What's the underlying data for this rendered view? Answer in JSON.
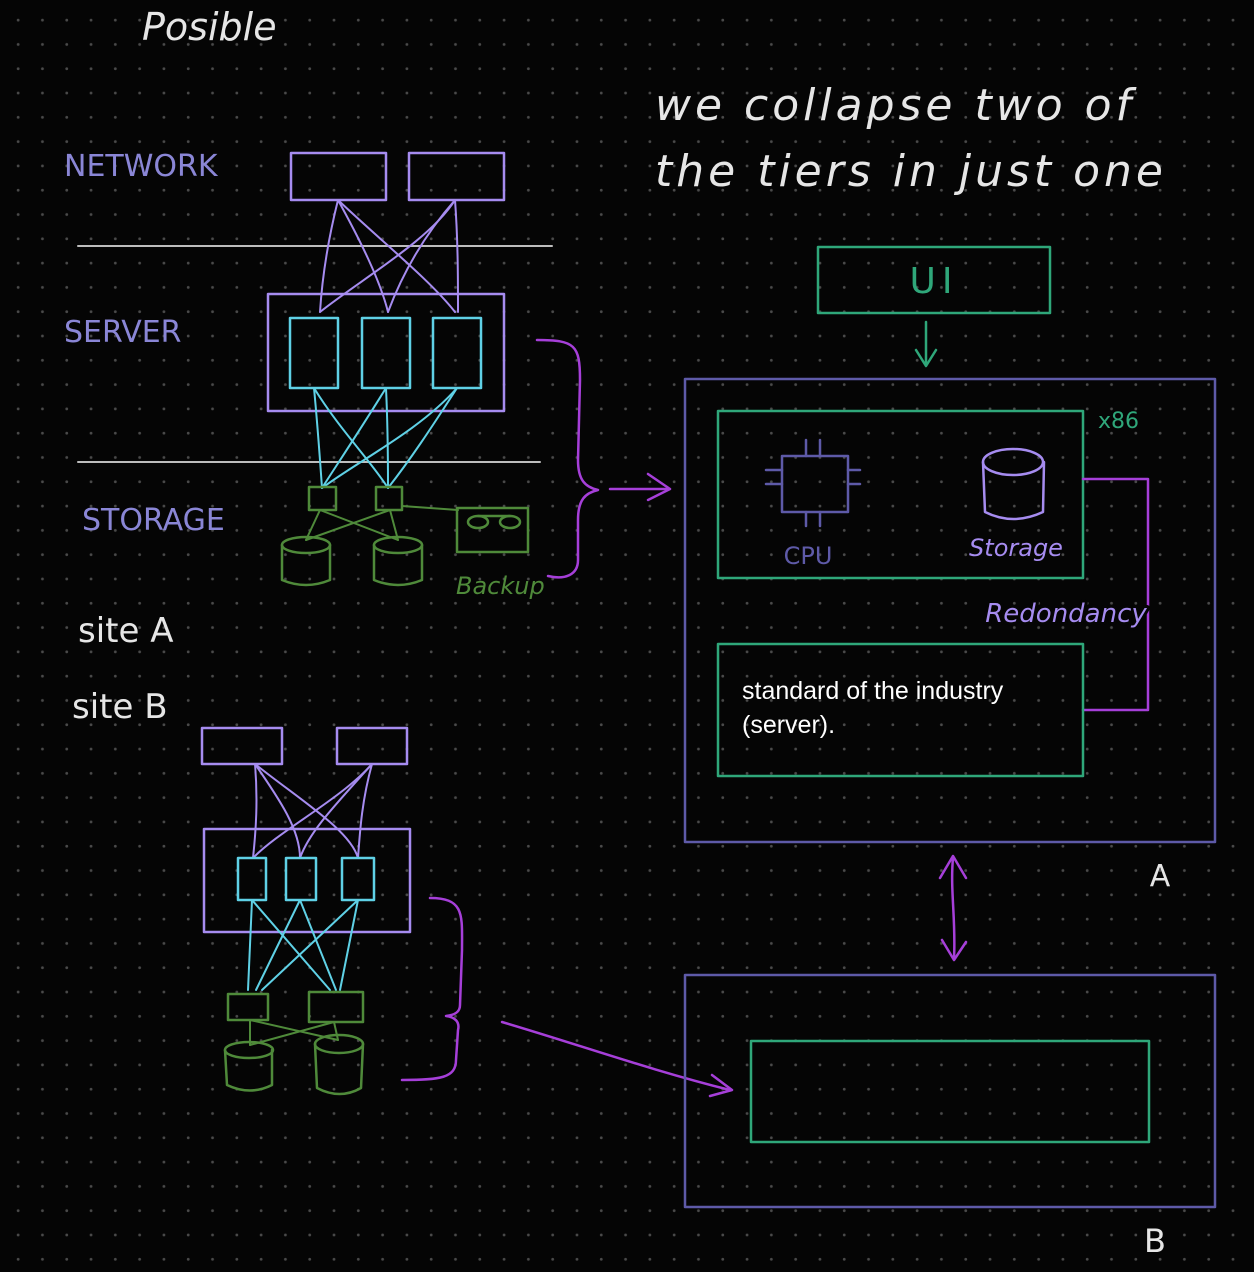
{
  "colors": {
    "background": "#050505",
    "network": "#a68cf0",
    "server": "#5fd1e6",
    "storage": "#4f8a3a",
    "tier_label": "#8a86d6",
    "frame": "#5e5aa8",
    "green_box": "#2fa77a",
    "accent": "#a63fd9",
    "white": "#e6e6e6"
  },
  "header": {
    "top_word": "Posible"
  },
  "note_heading": {
    "line1": "we collapse two of",
    "line2": "the tiers in just one"
  },
  "site_a": {
    "label": "site A",
    "tiers": {
      "network": "NETWORK",
      "server": "SERVER",
      "storage": "STORAGE"
    },
    "backup_label": "Backup"
  },
  "site_b": {
    "label": "site B"
  },
  "collapsed": {
    "ui_label": "UI",
    "arch_label": "x86",
    "cpu_label": "CPU",
    "storage_label": "Storage",
    "redundancy_label": "Redondancy",
    "standard_text": "standard of the industry (server).",
    "site_a_marker": "A",
    "site_b_marker": "B"
  }
}
